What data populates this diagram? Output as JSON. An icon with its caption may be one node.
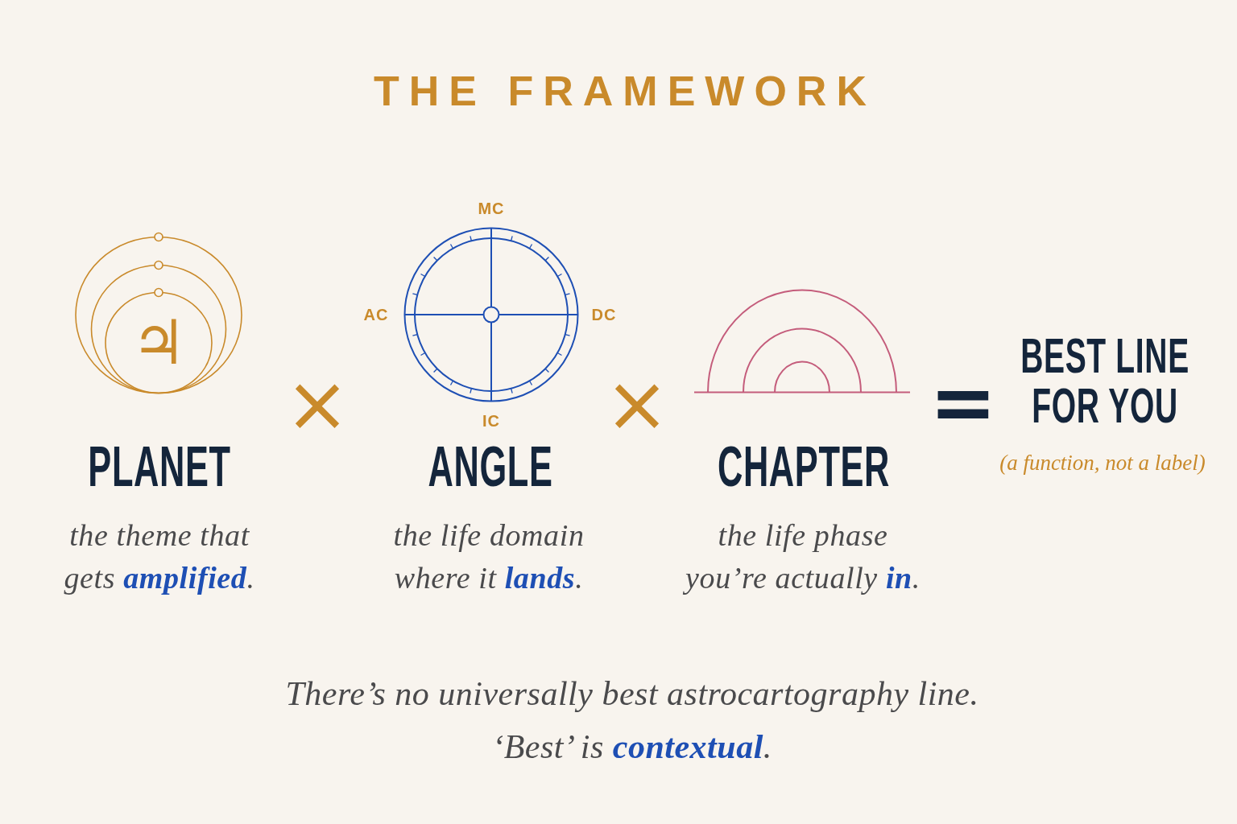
{
  "diagram": {
    "title": "THE FRAMEWORK",
    "caption": "There’s no universally best astrocartography line. ‘Best’ is **contextual**.",
    "labels": [
      "♃",
      "PLANET",
      "the theme that gets **amplified**.",
      "×",
      "MC",
      "AC",
      "DC",
      "IC",
      "ANGLE",
      "the life domain where it **lands**.",
      "×",
      "CHAPTER",
      "the life phase you’re actually **in**.",
      "=",
      "BEST LINE FOR YOU",
      "(a function, not a label)"
    ]
  }
}
